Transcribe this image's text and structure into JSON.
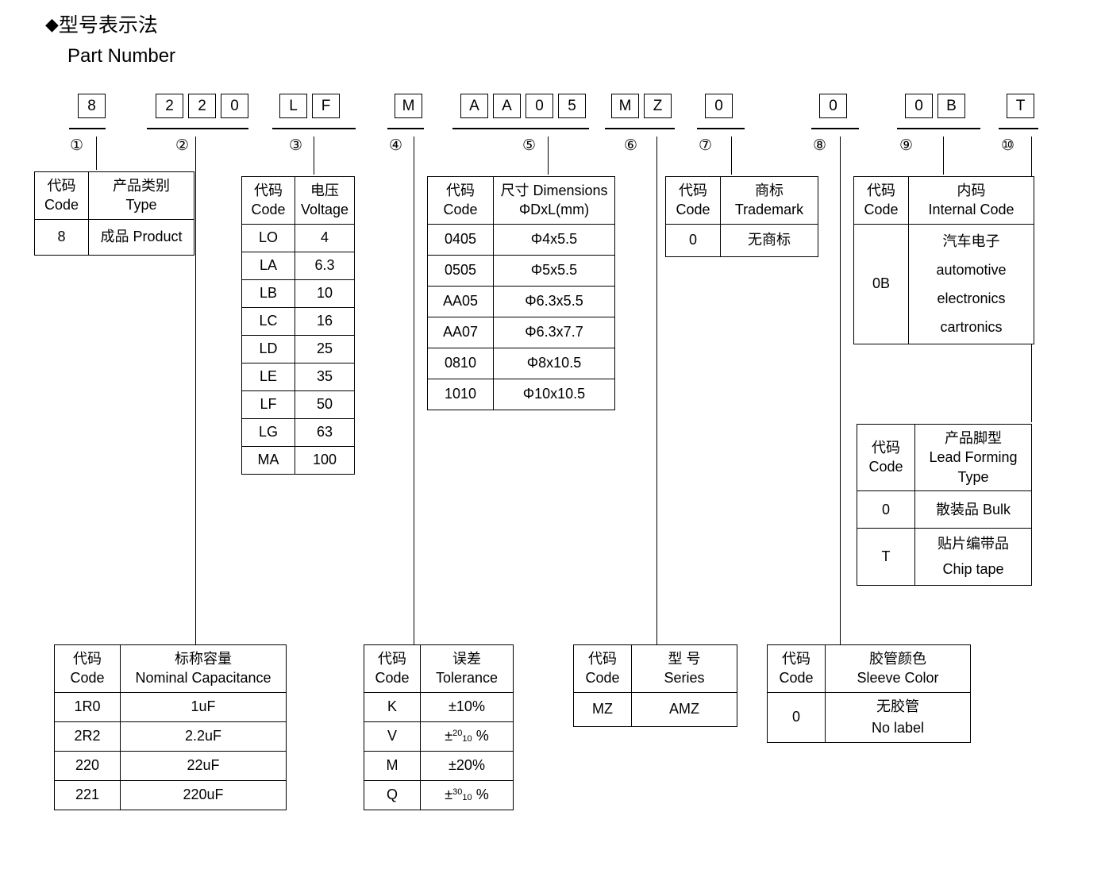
{
  "heading": {
    "diamond": "◆",
    "title_cn": "型号表示法",
    "title_en": "Part Number"
  },
  "part_number": {
    "segments": [
      {
        "marker": "①",
        "chars": [
          "8"
        ]
      },
      {
        "marker": "②",
        "chars": [
          "2",
          "2",
          "0"
        ]
      },
      {
        "marker": "③",
        "chars": [
          "L",
          "F"
        ]
      },
      {
        "marker": "④",
        "chars": [
          "M"
        ]
      },
      {
        "marker": "⑤",
        "chars": [
          "A",
          "A",
          "0",
          "5"
        ]
      },
      {
        "marker": "⑥",
        "chars": [
          "M",
          "Z"
        ]
      },
      {
        "marker": "⑦",
        "chars": [
          "0"
        ]
      },
      {
        "marker": "⑧",
        "chars": [
          "0"
        ]
      },
      {
        "marker": "⑨",
        "chars": [
          "0",
          "B"
        ]
      },
      {
        "marker": "⑩",
        "chars": [
          "T"
        ]
      }
    ]
  },
  "tables": {
    "type": {
      "header": {
        "code_cn": "代码",
        "code_en": "Code",
        "value_cn": "产品类别",
        "value_en": "Type"
      },
      "rows": [
        {
          "code": "8",
          "value": "成品 Product"
        }
      ]
    },
    "voltage": {
      "header": {
        "code_cn": "代码",
        "code_en": "Code",
        "value_cn": "电压",
        "value_en": "Voltage"
      },
      "rows": [
        {
          "code": "LO",
          "value": "4"
        },
        {
          "code": "LA",
          "value": "6.3"
        },
        {
          "code": "LB",
          "value": "10"
        },
        {
          "code": "LC",
          "value": "16"
        },
        {
          "code": "LD",
          "value": "25"
        },
        {
          "code": "LE",
          "value": "35"
        },
        {
          "code": "LF",
          "value": "50"
        },
        {
          "code": "LG",
          "value": "63"
        },
        {
          "code": "MA",
          "value": "100"
        }
      ]
    },
    "dimensions": {
      "header": {
        "code_cn": "代码",
        "code_en": "Code",
        "value_cn": "尺寸 Dimensions",
        "value_en": "ΦDxL(mm)"
      },
      "rows": [
        {
          "code": "0405",
          "value": "Φ4x5.5"
        },
        {
          "code": "0505",
          "value": "Φ5x5.5"
        },
        {
          "code": "AA05",
          "value": "Φ6.3x5.5"
        },
        {
          "code": "AA07",
          "value": "Φ6.3x7.7"
        },
        {
          "code": "0810",
          "value": "Φ8x10.5"
        },
        {
          "code": "1010",
          "value": "Φ10x10.5"
        }
      ]
    },
    "trademark": {
      "header": {
        "code_cn": "代码",
        "code_en": "Code",
        "value_cn": "商标",
        "value_en": "Trademark"
      },
      "rows": [
        {
          "code": "0",
          "value": "无商标"
        }
      ]
    },
    "internal_code": {
      "header": {
        "code_cn": "代码",
        "code_en": "Code",
        "value_cn": "内码",
        "value_en": "Internal Code"
      },
      "row": {
        "code": "0B",
        "line1": "汽车电子",
        "line2": "automotive",
        "line3": "electronics",
        "line4": "cartronics"
      }
    },
    "lead_forming": {
      "header": {
        "code_cn": "代码",
        "code_en": "Code",
        "value_cn": "产品脚型",
        "value_en1": "Lead Forming",
        "value_en2": "Type"
      },
      "rows": [
        {
          "code": "0",
          "value": "散装品 Bulk",
          "value2": ""
        },
        {
          "code": "T",
          "value": "贴片编带品",
          "value2": "Chip tape"
        }
      ]
    },
    "capacitance": {
      "header": {
        "code_cn": "代码",
        "code_en": "Code",
        "value_cn": "标称容量",
        "value_en": "Nominal Capacitance"
      },
      "rows": [
        {
          "code": "1R0",
          "value": "1uF"
        },
        {
          "code": "2R2",
          "value": "2.2uF"
        },
        {
          "code": "220",
          "value": "22uF"
        },
        {
          "code": "221",
          "value": "220uF"
        }
      ]
    },
    "tolerance": {
      "header": {
        "code_cn": "代码",
        "code_en": "Code",
        "value_cn": "误差",
        "value_en": "Tolerance"
      },
      "rows": [
        {
          "code": "K",
          "plain": "±10%",
          "sign": "",
          "sup": "",
          "sub": "",
          "unit": ""
        },
        {
          "code": "V",
          "plain": "",
          "sign": "±",
          "sup": "20",
          "sub": "10",
          "unit": "%"
        },
        {
          "code": "M",
          "plain": "±20%",
          "sign": "",
          "sup": "",
          "sub": "",
          "unit": ""
        },
        {
          "code": "Q",
          "plain": "",
          "sign": "±",
          "sup": "30",
          "sub": "10",
          "unit": "%"
        }
      ]
    },
    "series": {
      "header": {
        "code_cn": "代码",
        "code_en": "Code",
        "value_cn": "型 号",
        "value_en": "Series"
      },
      "rows": [
        {
          "code": "MZ",
          "value": "AMZ"
        }
      ]
    },
    "sleeve_color": {
      "header": {
        "code_cn": "代码",
        "code_en": "Code",
        "value_cn": "胶管颜色",
        "value_en": "Sleeve Color"
      },
      "rows": [
        {
          "code": "0",
          "value": "无胶管",
          "value2": "No label"
        }
      ]
    }
  }
}
